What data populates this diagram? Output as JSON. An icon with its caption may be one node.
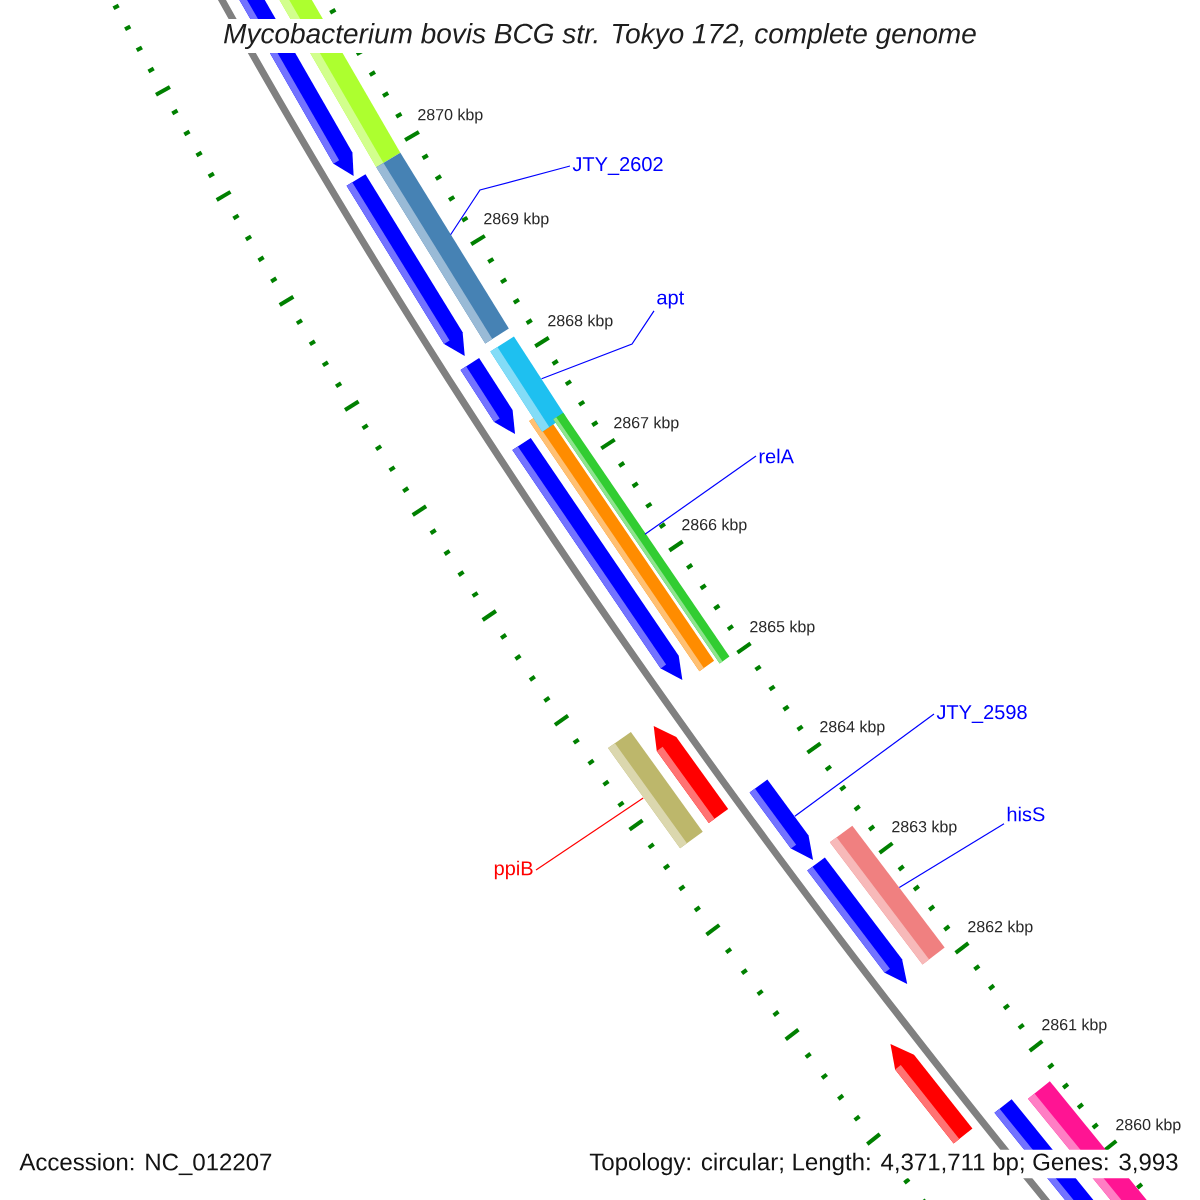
{
  "diagram": {
    "title": "Mycobacterium bovis BCG str. Tokyo 172, complete genome",
    "nodes": [
      {
        "text": [
          "JTY_2602"
        ]
      },
      {
        "text": [
          "apt"
        ]
      },
      {
        "text": [
          "relA"
        ]
      },
      {
        "text": [
          "JTY_2598"
        ]
      },
      {
        "text": [
          "hisS"
        ]
      },
      {
        "text": [
          "ppiB"
        ]
      },
      {
        "text": [],
        "shape": "bar"
      },
      {
        "text": [],
        "shape": "bar"
      },
      {
        "text": [],
        "shape": "bar"
      },
      {
        "text": [],
        "shape": "bar"
      },
      {
        "text": [],
        "shape": "bar"
      },
      {
        "text": [],
        "shape": "bar"
      }
    ],
    "edges": [
      {
        "from": 0,
        "to": 6,
        "arrow": "none"
      },
      {
        "from": 1,
        "to": 7,
        "arrow": "none"
      },
      {
        "from": 2,
        "to": 8,
        "arrow": "none"
      },
      {
        "from": 3,
        "to": 10,
        "arrow": "none"
      },
      {
        "from": 4,
        "to": 11,
        "arrow": "none"
      },
      {
        "from": 5,
        "to": 9,
        "arrow": "none",
        "color": "#ff0000"
      }
    ],
    "labels": [
      "2870 kbp",
      "2869 kbp",
      "2868 kbp",
      "2867 kbp",
      "2866 kbp",
      "2865 kbp",
      "2864 kbp",
      "2863 kbp",
      "2862 kbp",
      "2861 kbp",
      "2860 kbp",
      "Accession: NC_012207",
      "Topology: circular; Length: 4,371,711 bp; Genes: 3,993"
    ]
  }
}
